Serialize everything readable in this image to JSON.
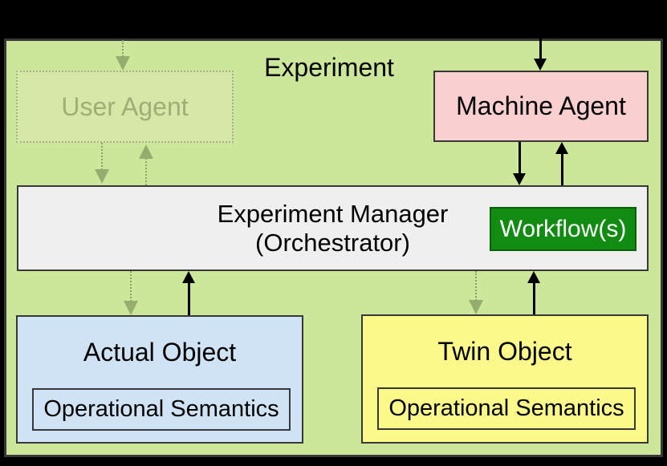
{
  "diagram": {
    "title": "Experiment",
    "nodes": {
      "user_agent": {
        "label": "User Agent",
        "fill": "#d7e7a8",
        "border_style": "dotted",
        "state": "faded"
      },
      "machine_agent": {
        "label": "Machine Agent",
        "fill": "#f9cfcf"
      },
      "experiment_manager": {
        "label_line1": "Experiment Manager",
        "label_line2": "(Orchestrator)",
        "fill": "#efefef"
      },
      "workflow": {
        "label": "Workflow(s)",
        "fill": "#118b11",
        "text_color": "#ffffff"
      },
      "actual_object": {
        "label": "Actual Object",
        "sublabel": "Operational Semantics",
        "fill": "#cfe3f4"
      },
      "twin_object": {
        "label": "Twin Object",
        "sublabel": "Operational Semantics",
        "fill": "#fbf98a"
      }
    },
    "arrows": [
      {
        "from": "outside-top",
        "to": "user_agent",
        "style": "dotted",
        "direction": "down"
      },
      {
        "from": "user_agent",
        "to": "experiment_manager",
        "style": "dotted",
        "direction": "down"
      },
      {
        "from": "experiment_manager",
        "to": "user_agent",
        "style": "dotted",
        "direction": "up"
      },
      {
        "from": "outside-top",
        "to": "machine_agent",
        "style": "solid",
        "direction": "down"
      },
      {
        "from": "machine_agent",
        "to": "experiment_manager",
        "style": "solid",
        "direction": "down"
      },
      {
        "from": "experiment_manager",
        "to": "machine_agent",
        "style": "solid",
        "direction": "up"
      },
      {
        "from": "experiment_manager",
        "to": "actual_object",
        "style": "dotted",
        "direction": "down"
      },
      {
        "from": "actual_object",
        "to": "experiment_manager",
        "style": "solid",
        "direction": "up"
      },
      {
        "from": "experiment_manager",
        "to": "twin_object",
        "style": "dotted",
        "direction": "down"
      },
      {
        "from": "twin_object",
        "to": "experiment_manager",
        "style": "solid",
        "direction": "up"
      }
    ],
    "colors": {
      "page_background": "#000000",
      "container_fill": "#cde79a",
      "container_border": "#383838",
      "solid_arrow": "#000000",
      "dotted_arrow": "#8da167"
    }
  }
}
